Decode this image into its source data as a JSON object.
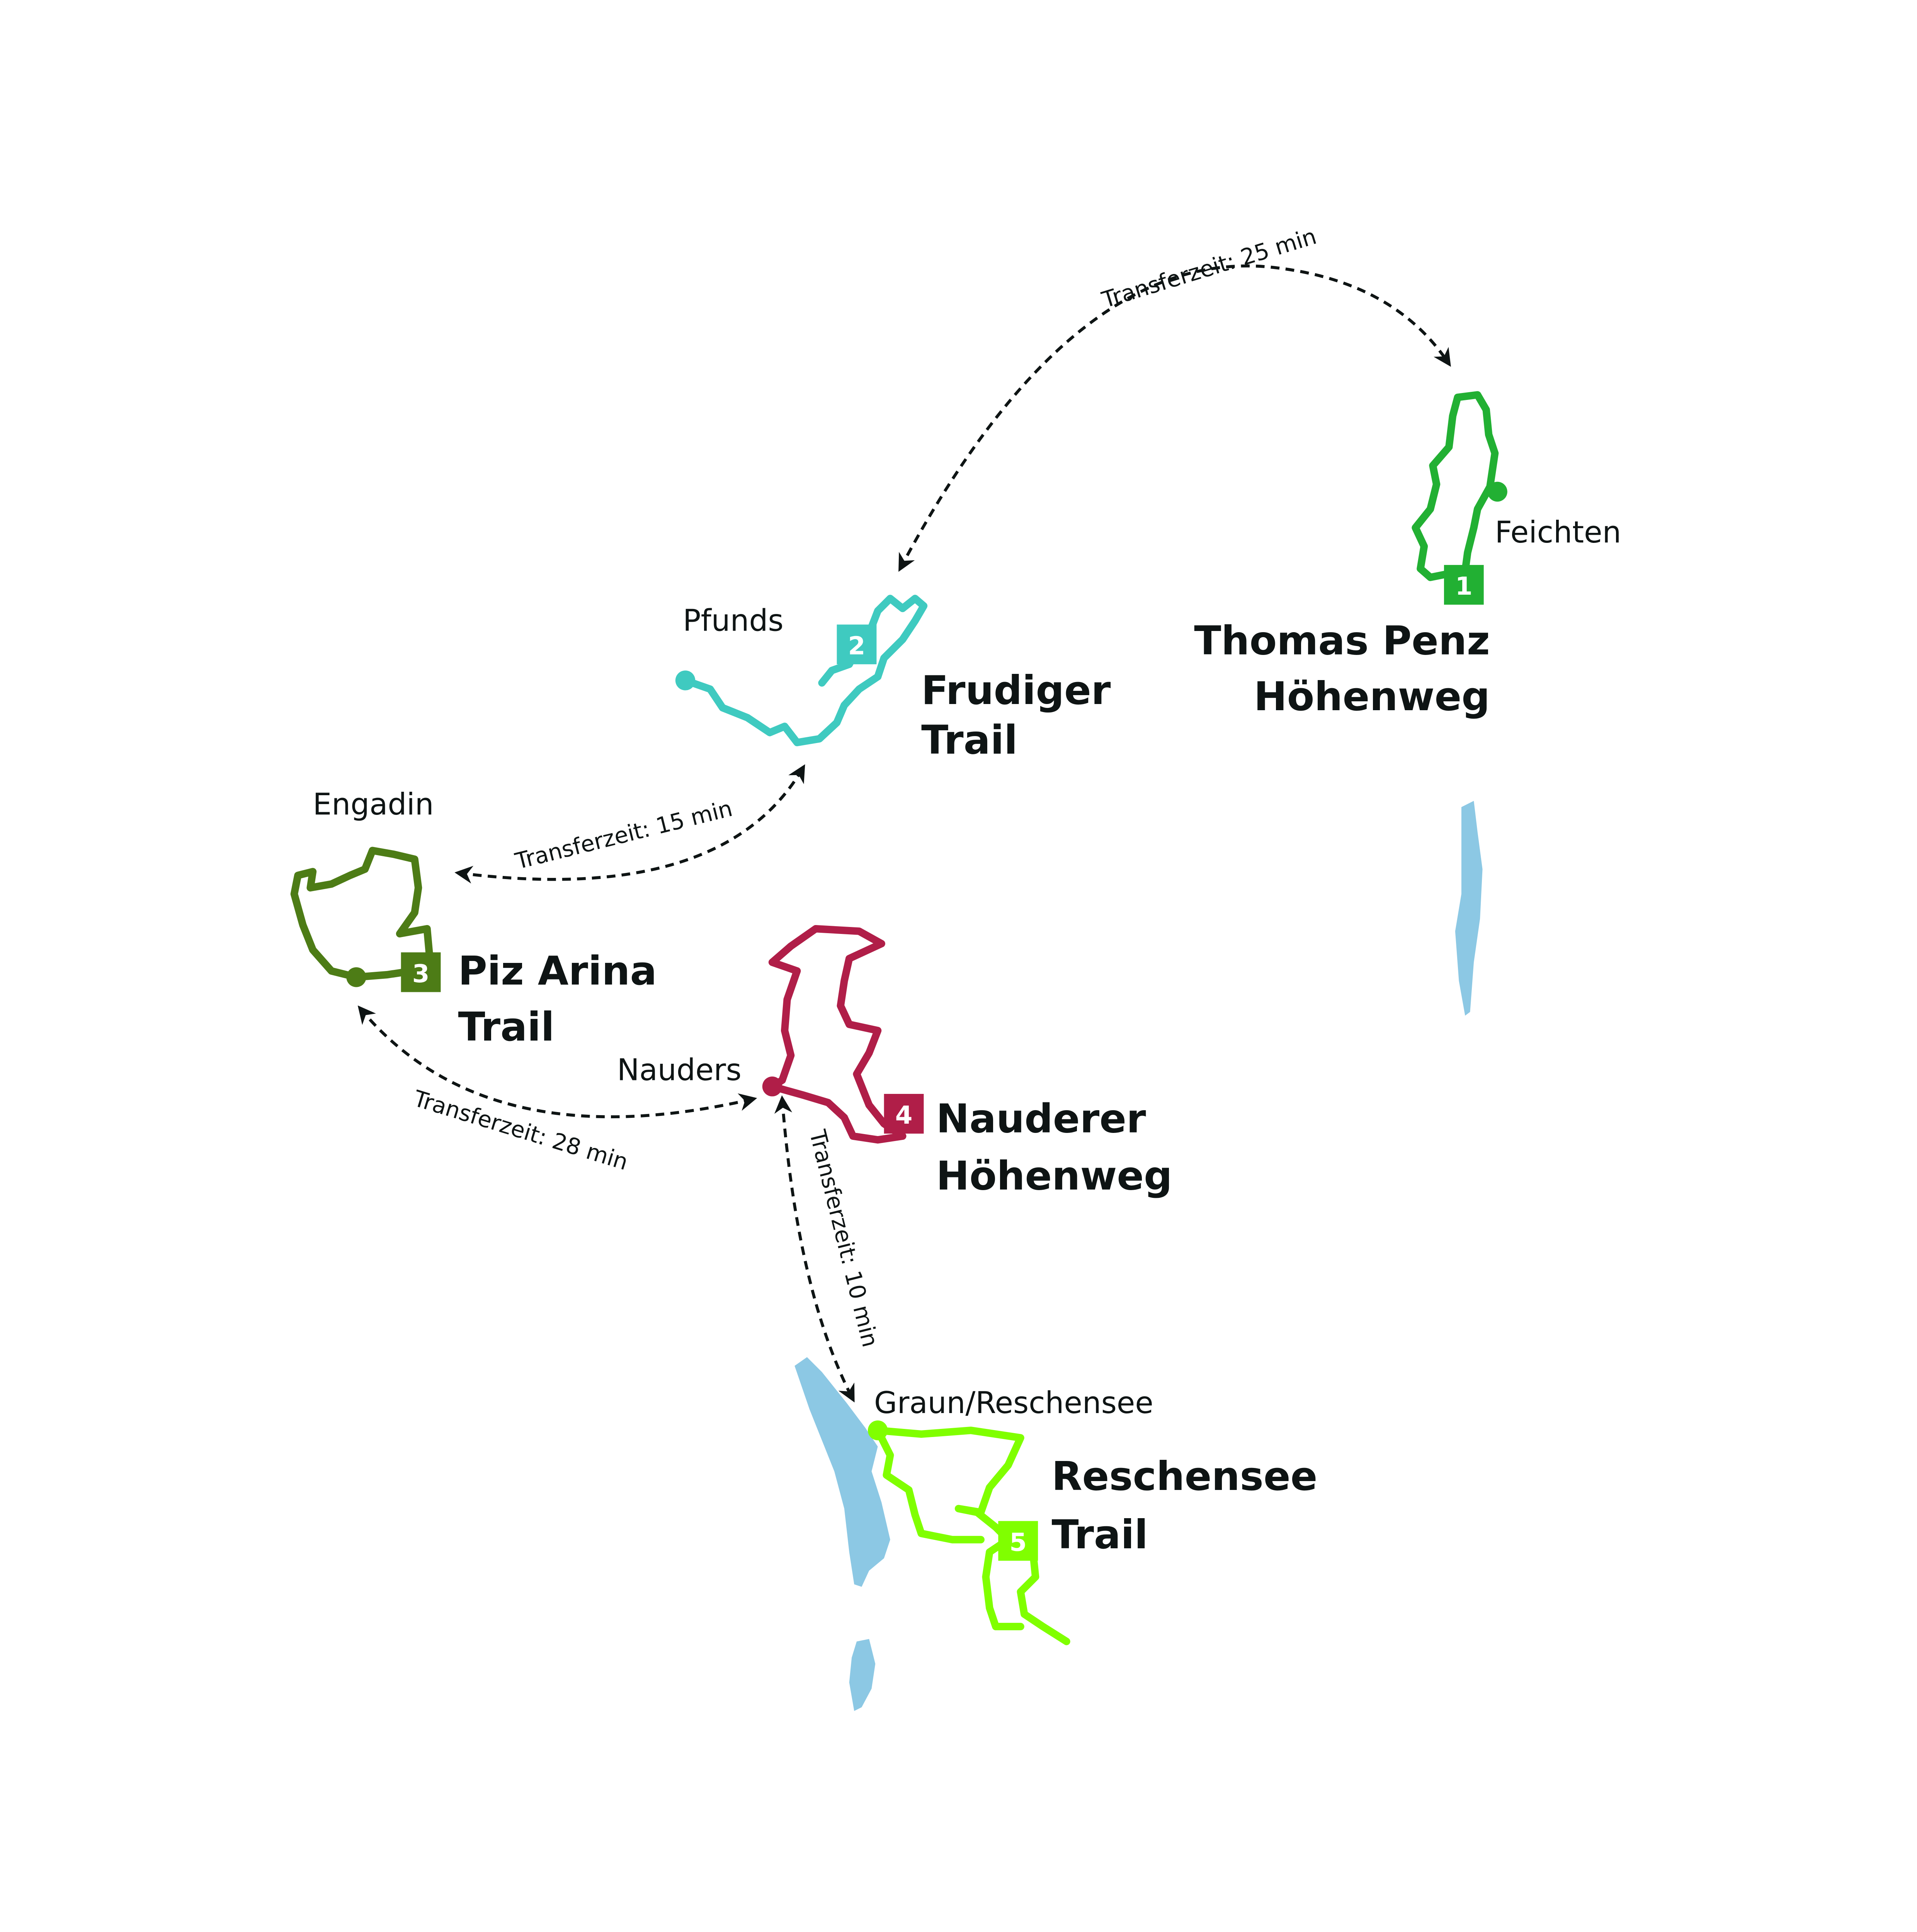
{
  "colors": {
    "route1": "#22b033",
    "route2": "#3fcac0",
    "route3": "#4d7c16",
    "route4": "#b01e48",
    "route5": "#80ff00",
    "lake": "#8cc8e4",
    "text": "#0e1414"
  },
  "routes": [
    {
      "number": "1",
      "title_line1": "Thomas Penz",
      "title_line2": "Höhenweg",
      "place": "Feichten"
    },
    {
      "number": "2",
      "title_line1": "Frudiger",
      "title_line2": "Trail",
      "place": "Pfunds"
    },
    {
      "number": "3",
      "title_line1": "Piz Arina",
      "title_line2": "Trail",
      "place": "Engadin"
    },
    {
      "number": "4",
      "title_line1": "Nauderer",
      "title_line2": "Höhenweg",
      "place": "Nauders"
    },
    {
      "number": "5",
      "title_line1": "Reschensee",
      "title_line2": "Trail",
      "place": "Graun/Reschensee"
    }
  ],
  "transfers": [
    {
      "label": "Transferzeit: 25 min"
    },
    {
      "label": "Transferzeit: 15 min"
    },
    {
      "label": "Transferzeit: 28 min"
    },
    {
      "label": "Transferzeit: 10 min"
    }
  ]
}
